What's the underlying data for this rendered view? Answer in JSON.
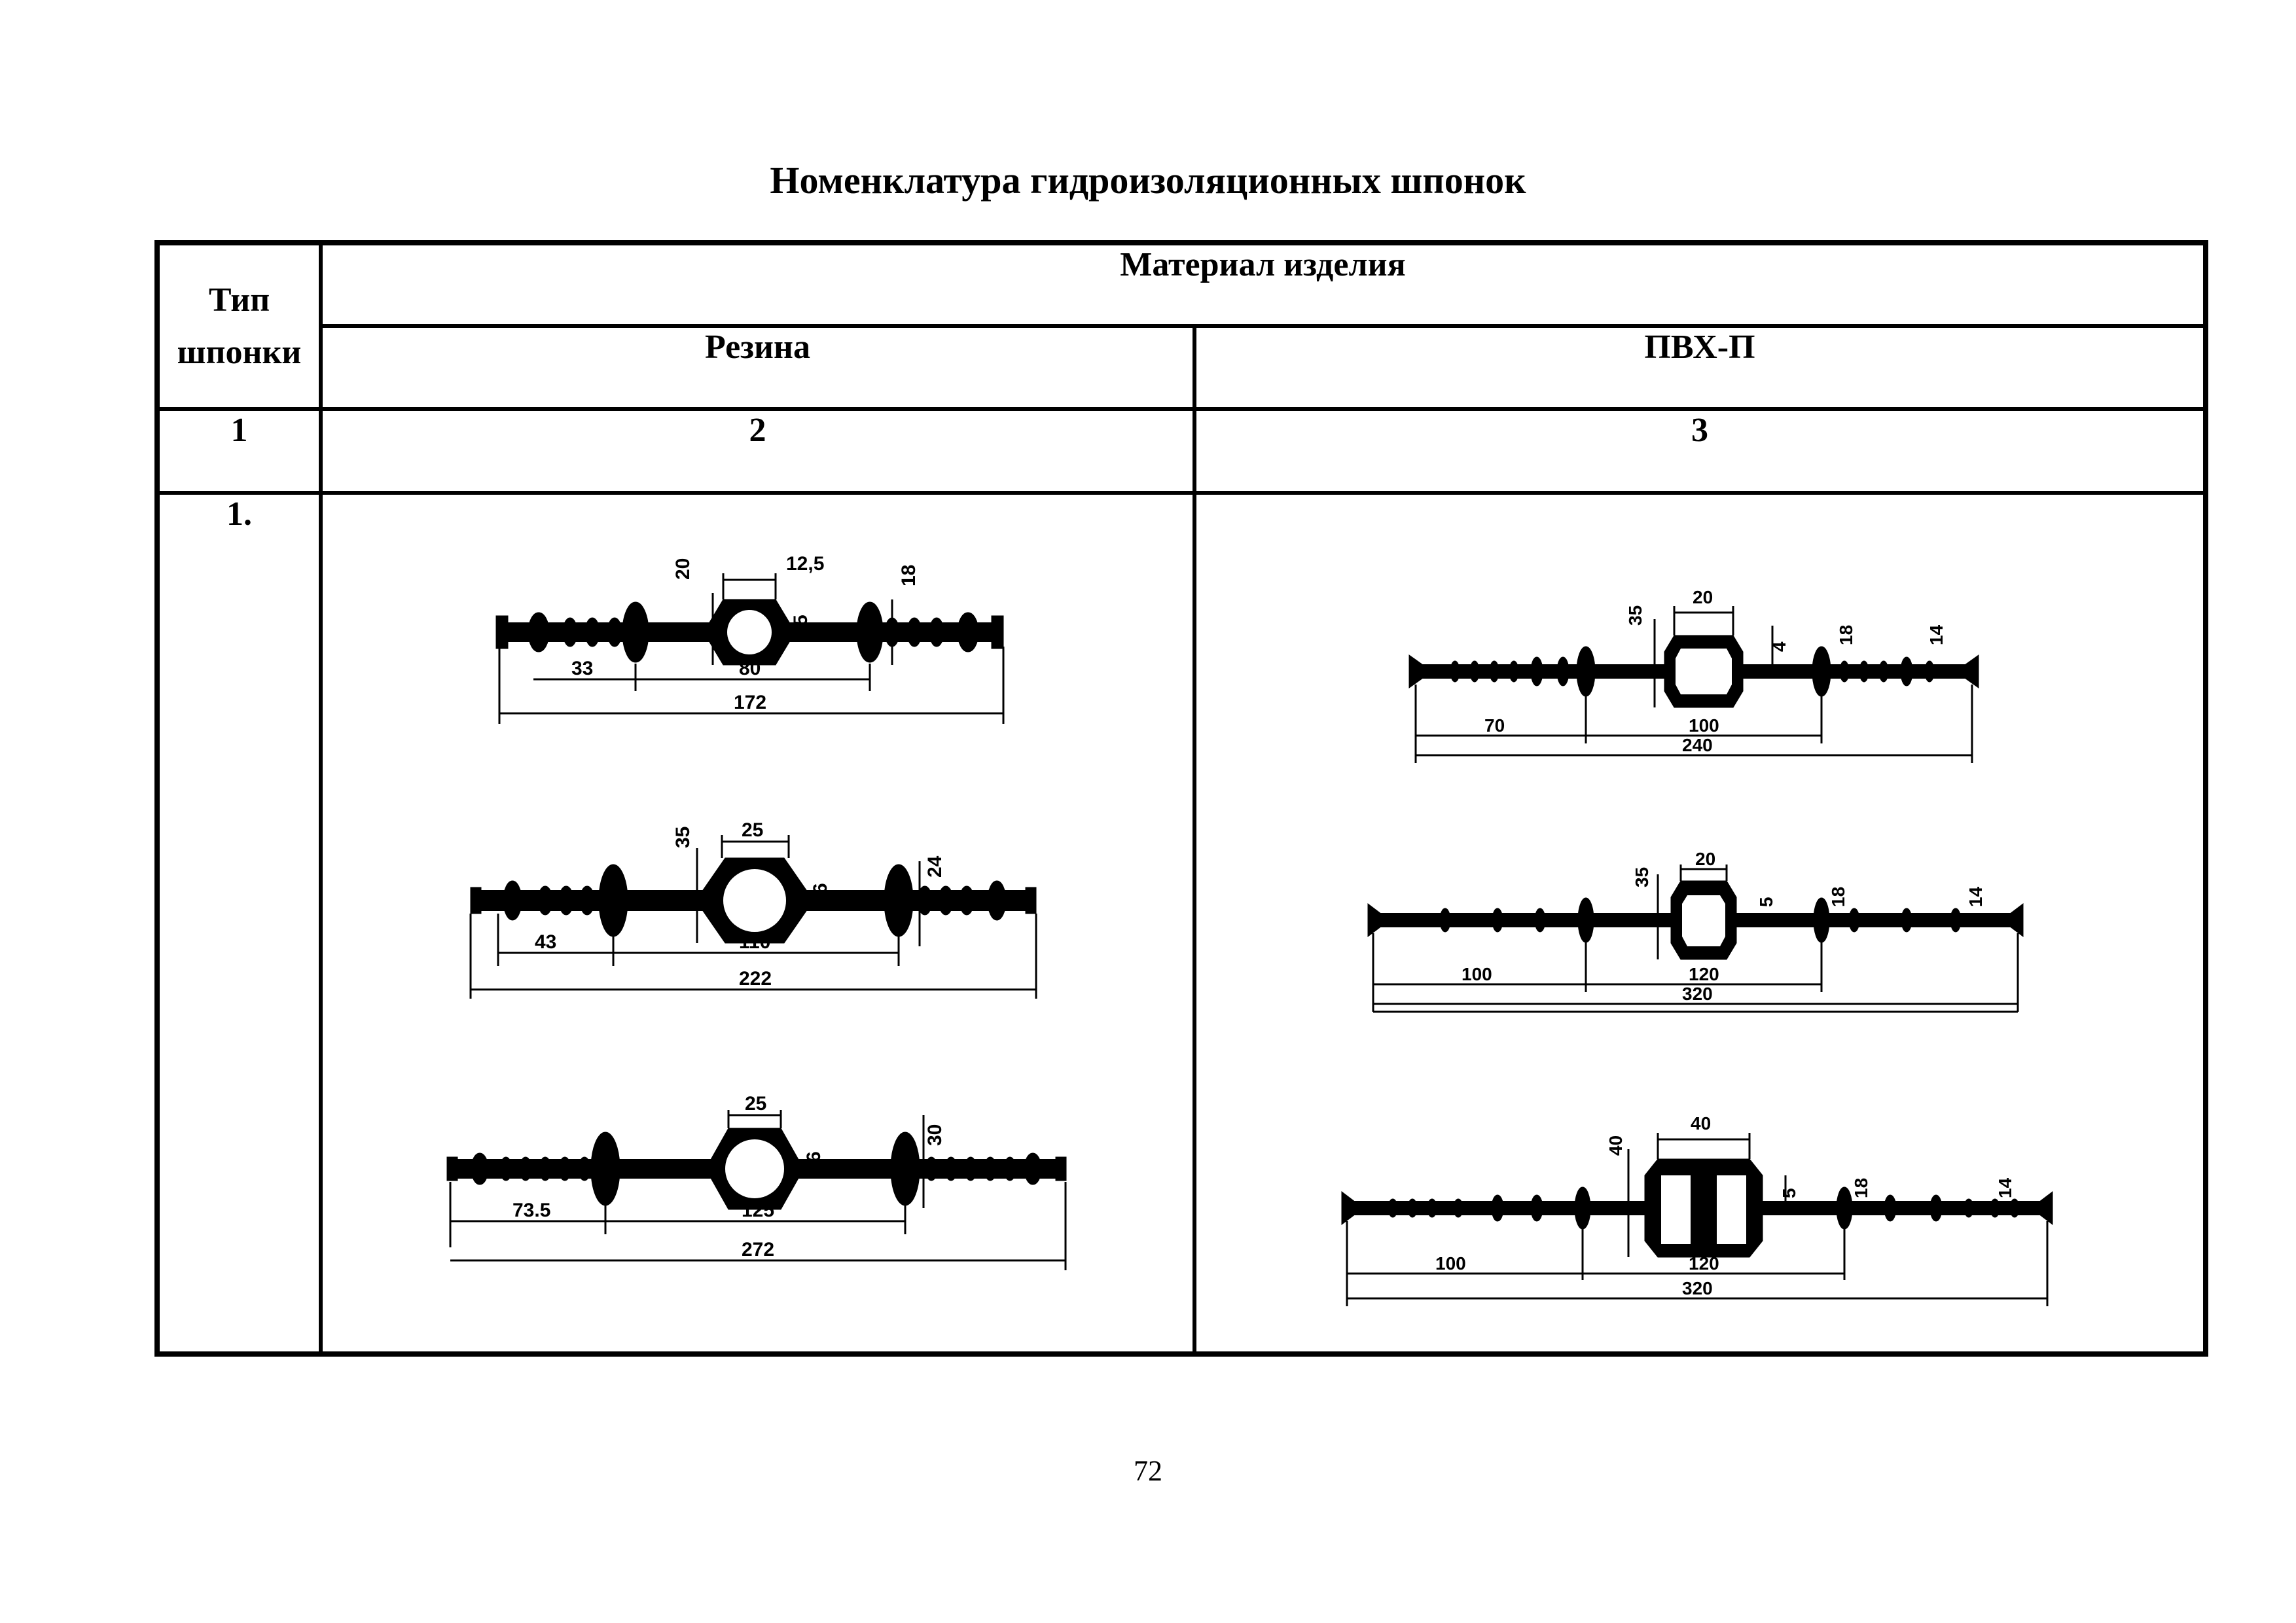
{
  "title": "Номенклатура гидроизоляционных шпонок",
  "table": {
    "header": {
      "type_col": [
        "Тип",
        "шпонки"
      ],
      "material": "Материал изделия",
      "rubber": "Резина",
      "pvc": "ПВХ-П"
    },
    "numbers": [
      "1",
      "2",
      "3"
    ],
    "row": {
      "type": "1.",
      "rubber_profiles": [
        {
          "dims": [
            "20",
            "12,5",
            "5",
            "18",
            "33",
            "80",
            "172"
          ]
        },
        {
          "dims": [
            "35",
            "25",
            "6",
            "24",
            "43",
            "110",
            "222"
          ]
        },
        {
          "dims": [
            "25",
            "6",
            "30",
            "73.5",
            "125",
            "272"
          ]
        }
      ],
      "pvc_profiles": [
        {
          "dims": [
            "35",
            "20",
            "4",
            "18",
            "14",
            "70",
            "100",
            "240"
          ]
        },
        {
          "dims": [
            "35",
            "20",
            "5",
            "18",
            "14",
            "100",
            "120",
            "320"
          ]
        },
        {
          "dims": [
            "40",
            "40",
            "5",
            "18",
            "14",
            "100",
            "120",
            "320"
          ]
        }
      ]
    }
  },
  "page_number": "72"
}
